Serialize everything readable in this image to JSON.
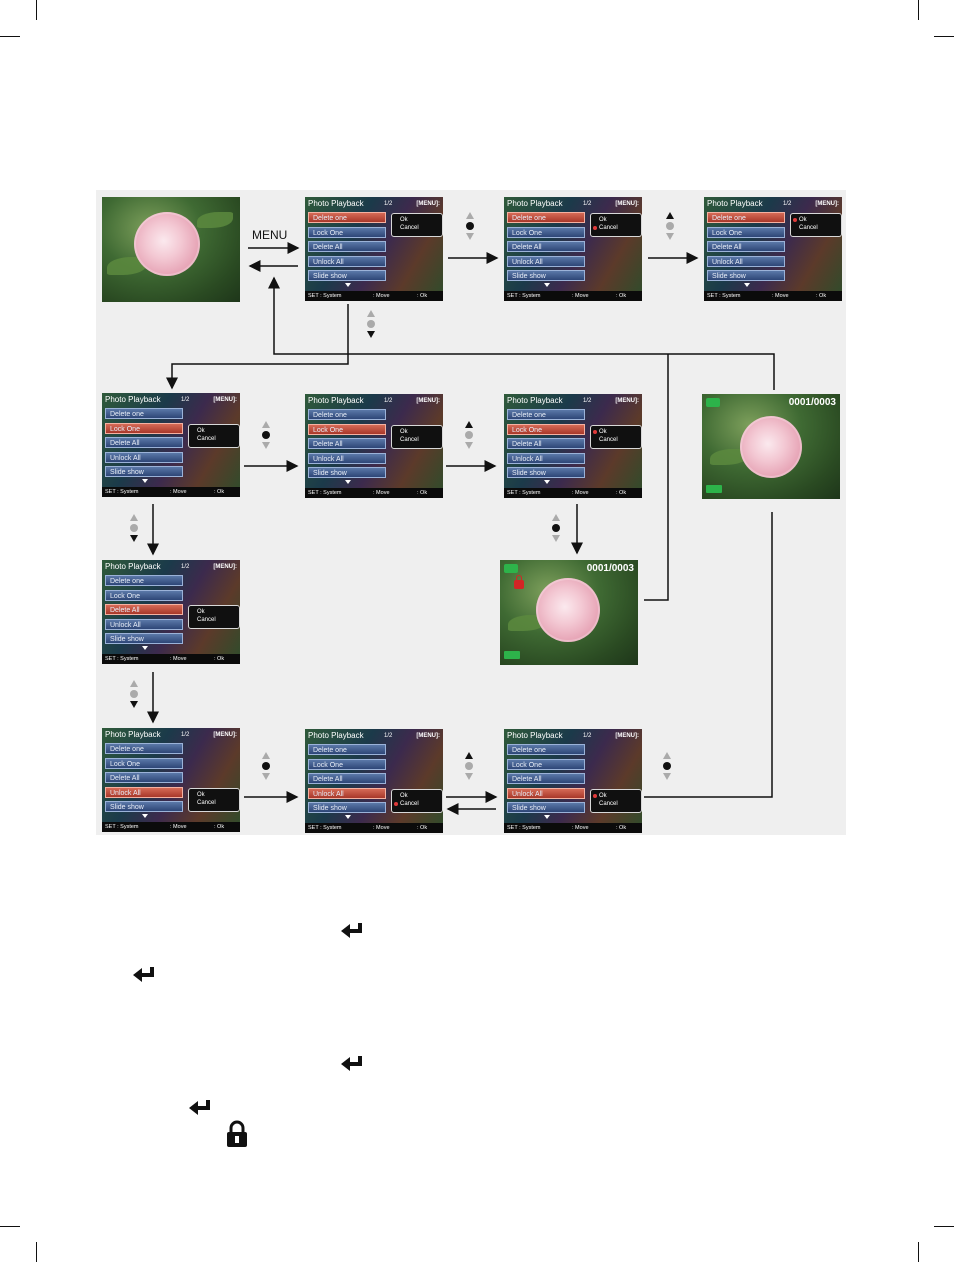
{
  "menu_label": "MENU",
  "screen": {
    "title": "Photo Playback",
    "page": "1/2",
    "menu_tag": "[MENU]:",
    "items": [
      "Delete one",
      "Lock One",
      "Delete All",
      "Unlock All",
      "Slide show"
    ],
    "popup_ok": "Ok",
    "popup_cancel": "Cancel",
    "status_set": "SET : System",
    "status_move": ": Move",
    "status_ok": ": Ok"
  },
  "photo_counter": "0001/0003",
  "colors": {
    "selected_item": "#c24a3a",
    "menu_item": "#3d5a8e",
    "indicator_dot": "#e03a3a",
    "mode_icon": "#2db34a"
  },
  "icons": [
    "enter-icon",
    "lock-icon",
    "nav-up-icon",
    "nav-select-icon",
    "nav-down-icon"
  ]
}
